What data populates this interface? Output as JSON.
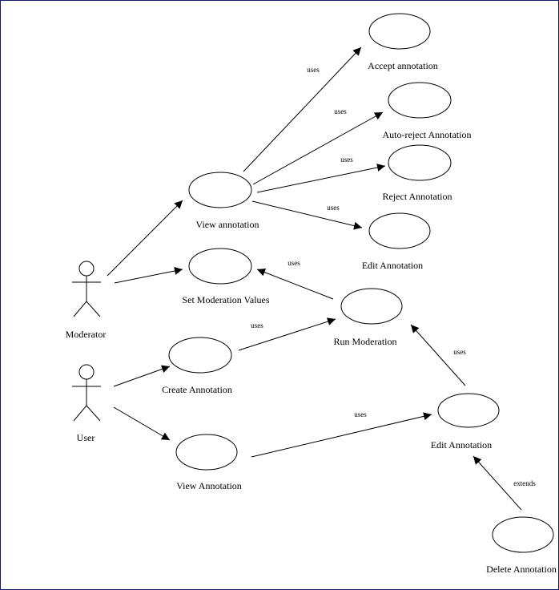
{
  "actors": {
    "moderator": "Moderator",
    "user": "User"
  },
  "use_cases": {
    "accept_annotation": "Accept annotation",
    "auto_reject_annotation": "Auto-reject Annotation",
    "reject_annotation": "Reject Annotation",
    "edit_annotation_top": "Edit Annotation",
    "view_annotation_mod": "View annotation",
    "set_moderation_values": "Set Moderation Values",
    "run_moderation": "Run Moderation",
    "create_annotation": "Create Annotation",
    "edit_annotation_bottom": "Edit Annotation",
    "view_annotation_user": "View Annotation",
    "delete_annotation": "Delete Annotation"
  },
  "edge_labels": {
    "uses_accept": "uses",
    "uses_autoreject": "uses",
    "uses_reject": "uses",
    "uses_edit_top": "uses",
    "uses_setmod": "uses",
    "uses_create_run": "uses",
    "uses_edit_run": "uses",
    "uses_view_edit": "uses",
    "extends_delete": "extends"
  }
}
